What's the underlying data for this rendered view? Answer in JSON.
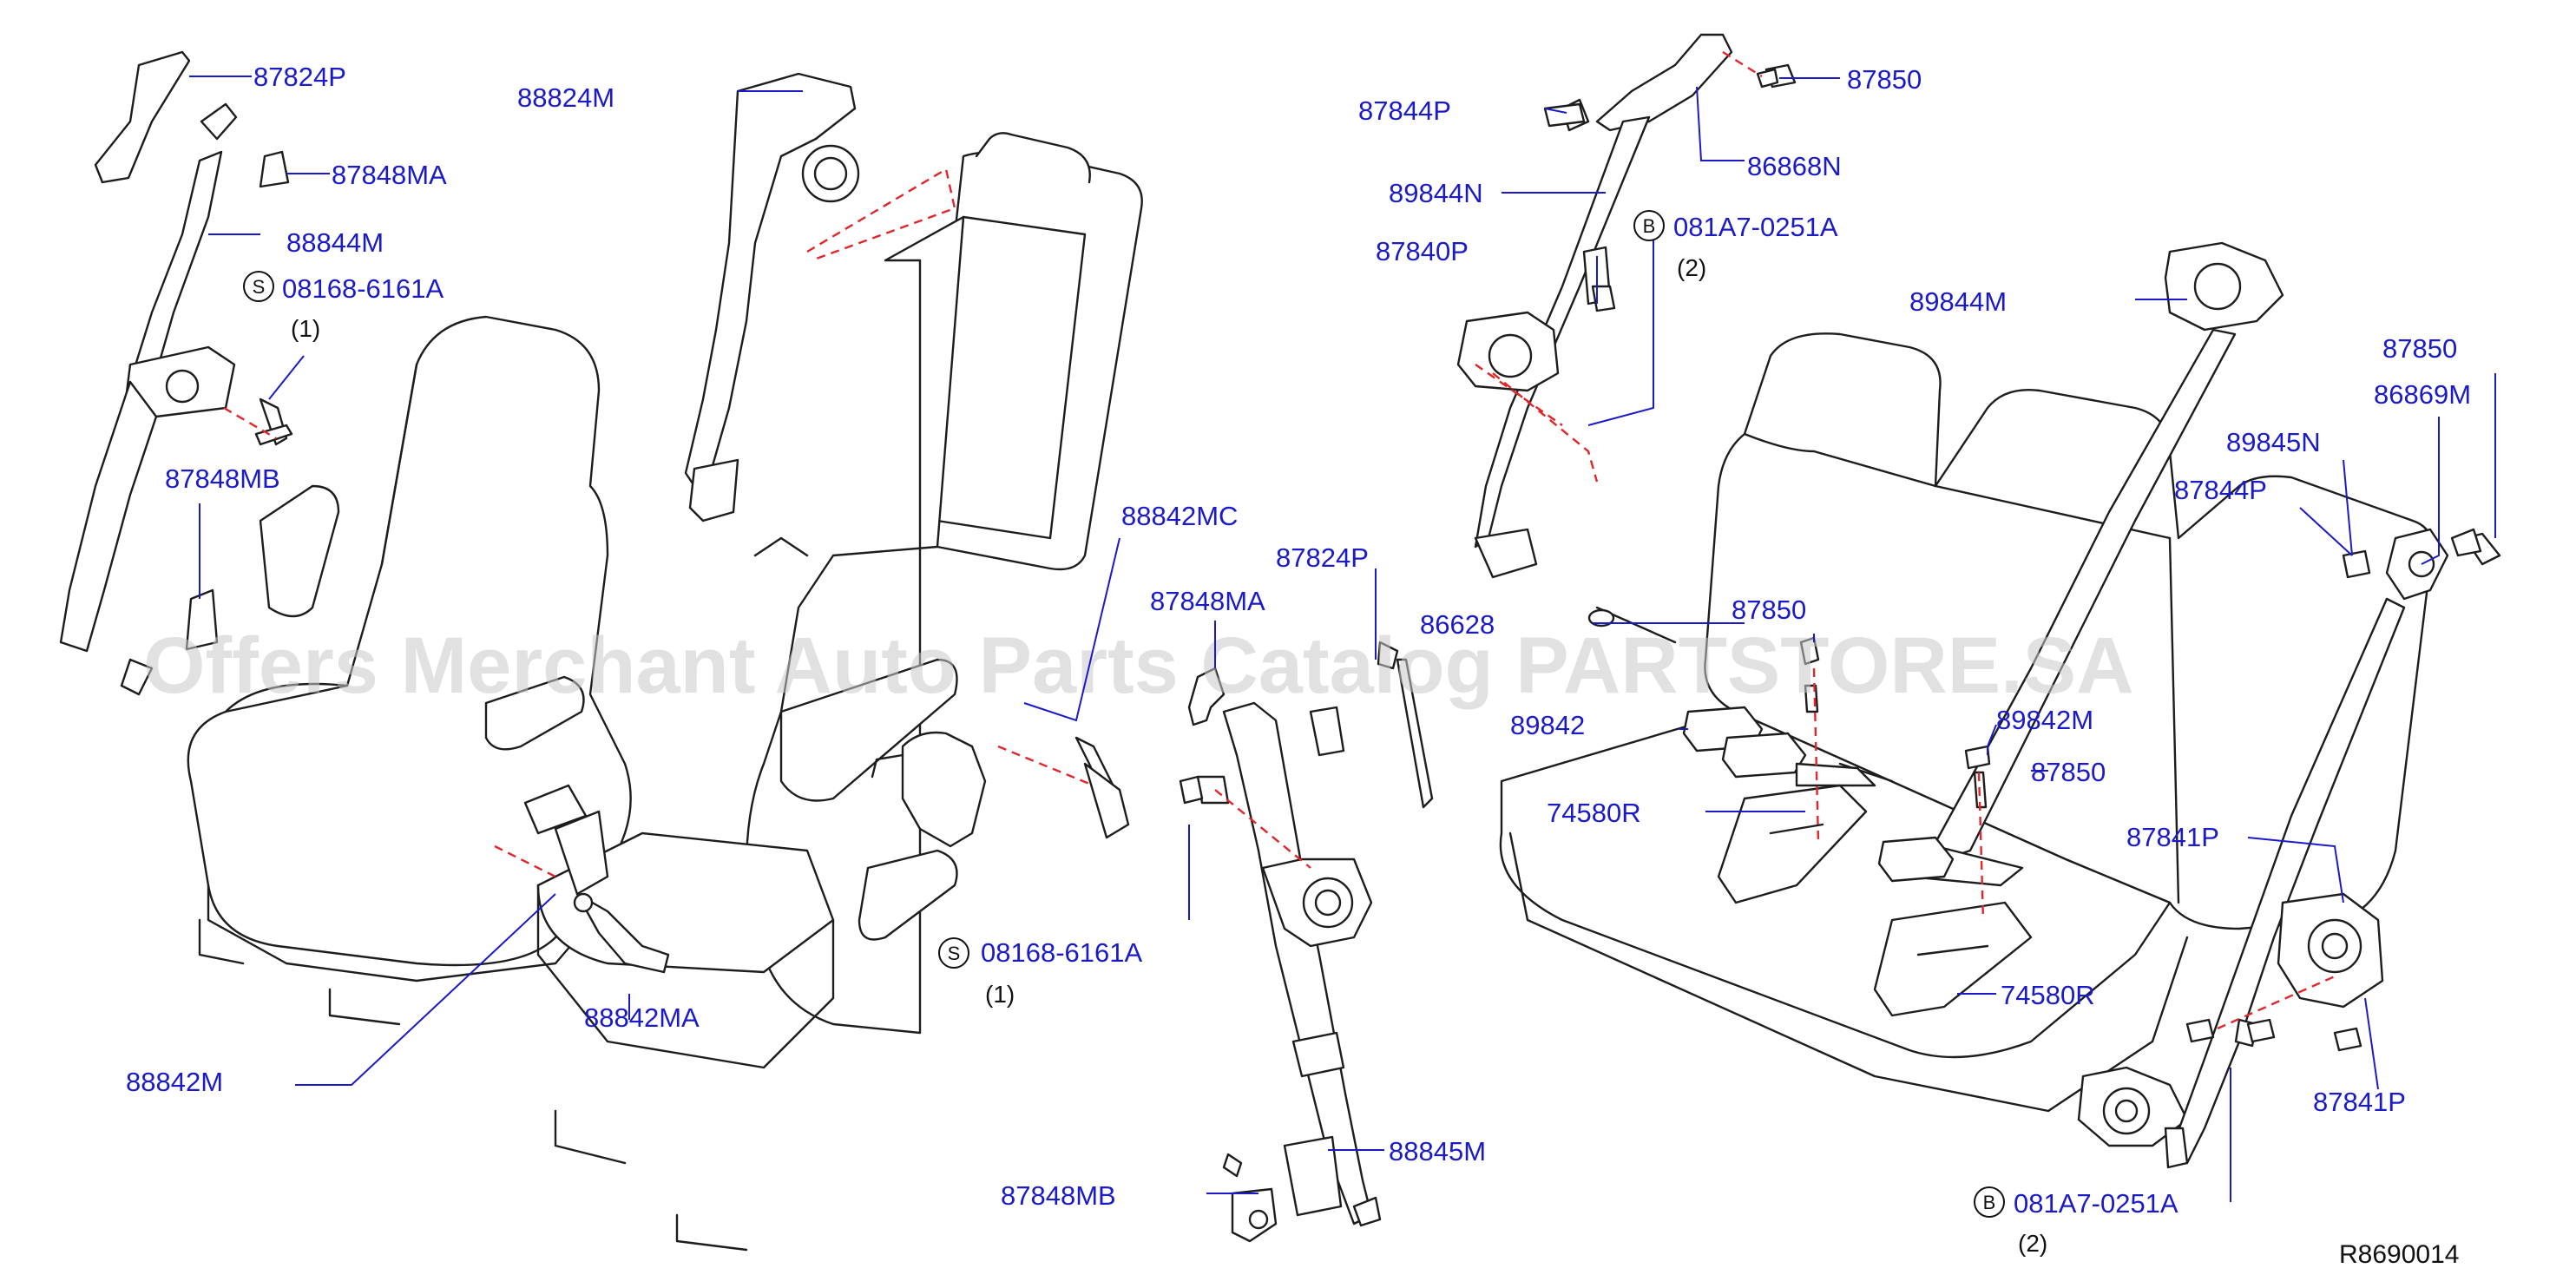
{
  "diagram": {
    "reference_code": "R8690014",
    "watermark": "Offers Merchant Auto Parts Catalog PARTSTORE.SA",
    "part_labels": {
      "p1": "87824P",
      "p2": "87848MA",
      "p3": "88844M",
      "p4": "08168-6161A",
      "p5": "87848MB",
      "p6": "88824M",
      "p7": "88842M",
      "p8": "88842MA",
      "p9": "88842MC",
      "p10": "87848MA",
      "p11": "87824P",
      "p12": "08168-6161A",
      "p13": "88845M",
      "p14": "87848MB",
      "p15": "87844P",
      "p16": "87850",
      "p17": "86868N",
      "p18": "89844N",
      "p19": "081A7-0251A",
      "p20": "87840P",
      "p21": "89844M",
      "p22": "86628",
      "p23": "87850",
      "p24": "89842",
      "p25": "74580R",
      "p26": "89842M",
      "p27": "87850",
      "p28": "74580R",
      "p29": "87850",
      "p30": "86869M",
      "p31": "89845N",
      "p32": "87844P",
      "p33": "87841P",
      "p34": "87841P",
      "p35": "081A7-0251A"
    },
    "quantities": {
      "q1": "(1)",
      "q2": "(1)",
      "q3": "(2)",
      "q4": "(2)"
    },
    "badges": {
      "b1": "S",
      "b2": "S",
      "b3": "B",
      "b4": "B"
    },
    "colors": {
      "label": "#1a1ac8",
      "line": "#1d1d1d",
      "dashed": "#e0262a",
      "watermark": "#c9c9c9"
    }
  }
}
